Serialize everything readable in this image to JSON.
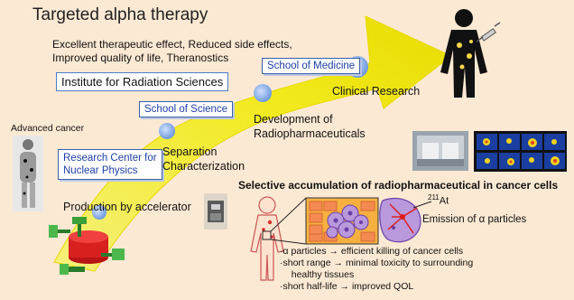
{
  "title": "Targeted alpha therapy",
  "benefits": [
    "Excellent therapeutic effect, Reduced side effects,",
    "Improved quality of life, Theranostics"
  ],
  "institutions": {
    "radiation": "Institute for Radiation Sciences",
    "medicine": "School of Medicine",
    "science": "School of Science",
    "nuclear_line1": "Research Center for",
    "nuclear_line2": "Nuclear Physics"
  },
  "stages": {
    "clinical": "Clinical Research",
    "development_line1": "Development of",
    "development_line2": "Radiopharmaceuticals",
    "separation_line1": "Separation",
    "separation_line2": "Characterization",
    "production": "Production by accelerator"
  },
  "advanced_cancer": "Advanced cancer",
  "selective_title": "Selective accumulation of  radiopharmaceutical in cancer cells",
  "isotope": {
    "mass": "211",
    "symbol": "At"
  },
  "emission": "Emission of α particles",
  "bullets": [
    "·α particles → efficient killing of cancer cells",
    "·short range → minimal toxicity to surrounding",
    "   healthy tissues",
    "·short half-life → improved QOL"
  ],
  "colors": {
    "arrow": "#f2ea1e",
    "node": "#7ea8e6",
    "box_border": "#4a7fc9",
    "background": "#fce9d4"
  }
}
